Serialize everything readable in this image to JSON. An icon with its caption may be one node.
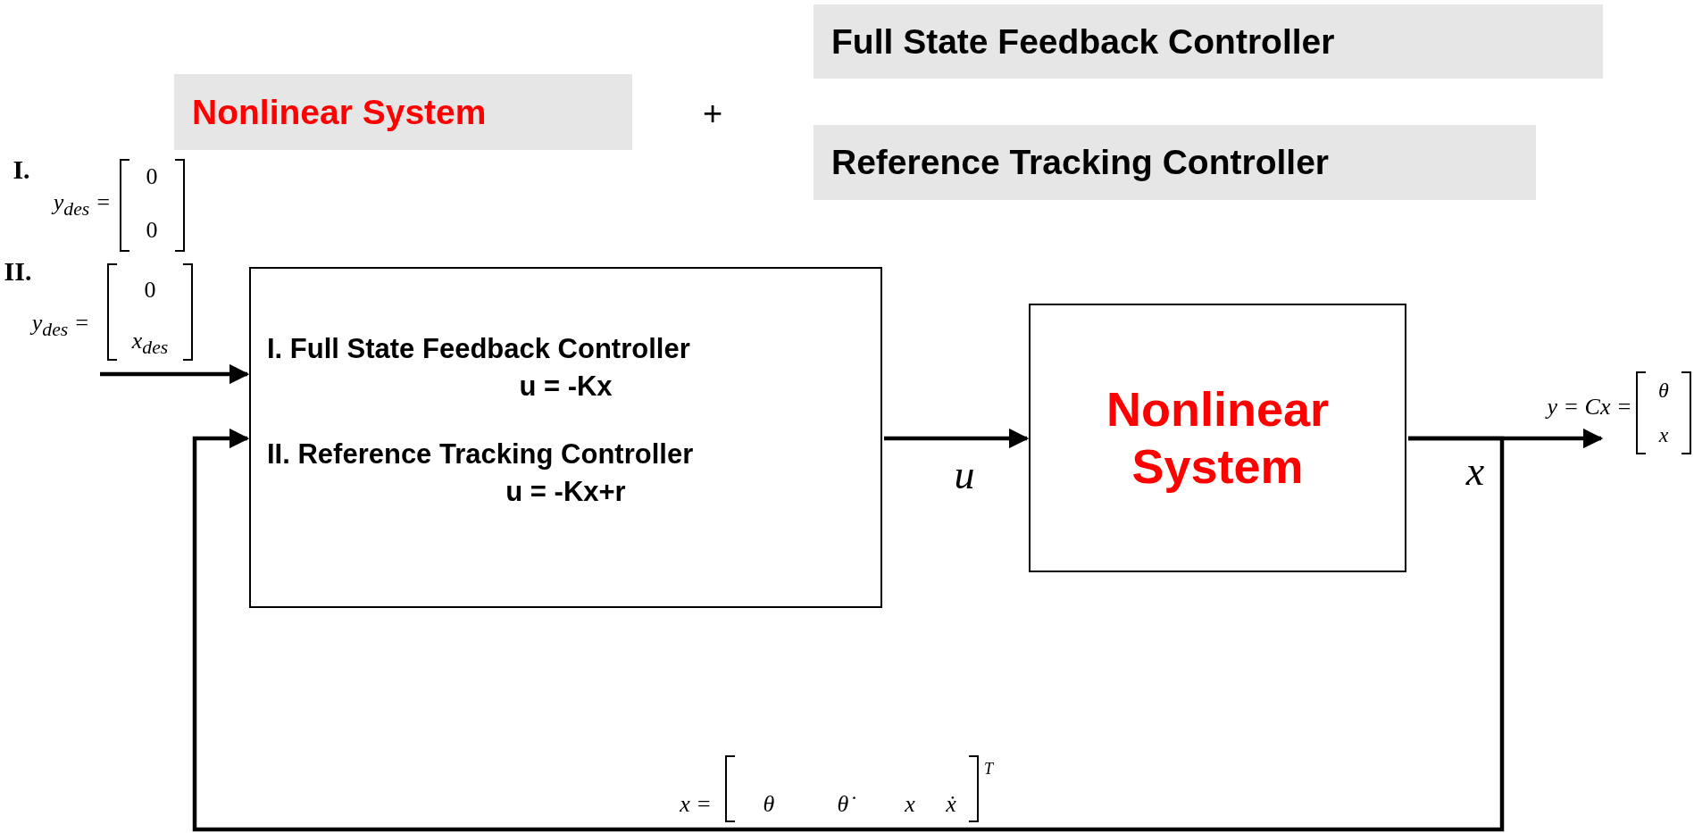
{
  "diagram": {
    "nodes": [
      {
        "text": [
          "Nonlinear System"
        ]
      },
      {
        "text": [
          "Full State Feedback Controller"
        ]
      },
      {
        "text": [
          "Reference Tracking Controller"
        ]
      },
      {
        "text": [
          "I. Full State Feedback Controller",
          "u = -Kx",
          "II. Reference Tracking Controller",
          "u = -Kx+r"
        ]
      },
      {
        "text": [
          "Nonlinear System"
        ]
      }
    ],
    "edges": [
      {
        "from": null,
        "to": 3,
        "arrow": "to"
      },
      {
        "from": 3,
        "to": 4,
        "arrow": "to",
        "label": "u"
      },
      {
        "from": 4,
        "to": null,
        "arrow": "to",
        "label": "y = Cx ="
      },
      {
        "from": 4,
        "to": 3,
        "arrow": "to",
        "label": "x ="
      }
    ],
    "labels": [
      "+",
      "I.",
      "y$_{des}$ =",
      "0",
      "0",
      "II.",
      "y$_{des}$ =",
      "0",
      "x$_{des}$",
      "x",
      "θ",
      "x",
      "θ",
      "θ̇",
      "x",
      "ẋ",
      "T"
    ]
  }
}
